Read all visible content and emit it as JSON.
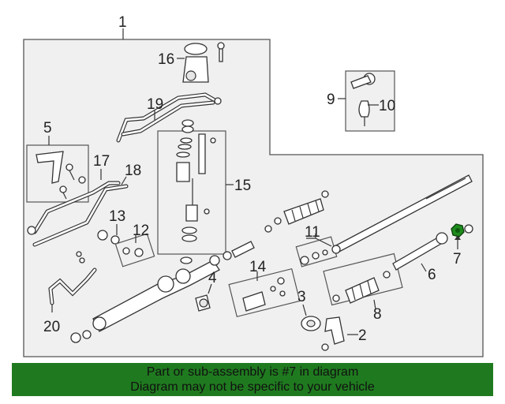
{
  "callouts": {
    "c1": "1",
    "c2": "2",
    "c3": "3",
    "c4": "4",
    "c5": "5",
    "c6": "6",
    "c7": "7",
    "c8": "8",
    "c9": "9",
    "c10": "10",
    "c11": "11",
    "c12": "12",
    "c13": "13",
    "c14": "14",
    "c15": "15",
    "c16": "16",
    "c17": "17",
    "c18": "18",
    "c19": "19",
    "c20": "20"
  },
  "highlighted_part": "7",
  "colors": {
    "banner": "#1f7a1f",
    "highlight": "#1e8c1e",
    "frame": "#f0f0f0"
  },
  "banner": {
    "line1": "Part or sub-assembly is #7 in diagram",
    "line2": "Diagram may not be specific to your vehicle"
  }
}
